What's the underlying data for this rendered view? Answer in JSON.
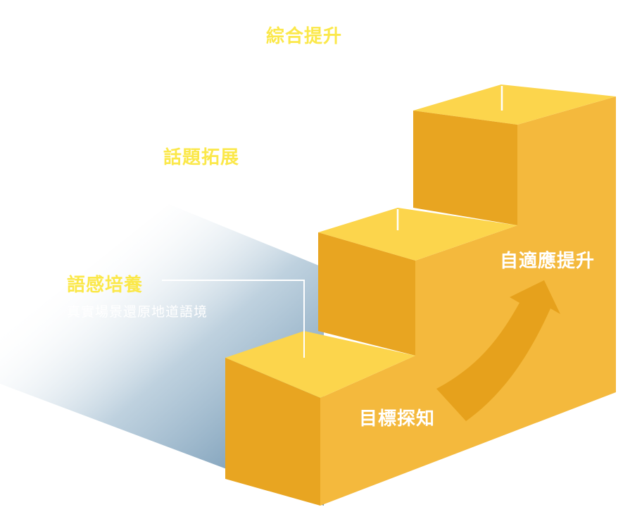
{
  "levels": {
    "level3": {
      "title": "綜合提升"
    },
    "level2": {
      "title": "話題拓展"
    },
    "level1": {
      "title": "語感培養",
      "subtitle": "真實場景還原地道語境"
    }
  },
  "stairs": {
    "front_label": "目標探知",
    "side_label": "自適應提升"
  },
  "colors": {
    "label_yellow": "#fbe84a",
    "step_top": "#fcd54c",
    "step_front": "#e8a521",
    "step_side": "#f4b93d",
    "arrow": "#e6a11c",
    "shadow": "#5f88a8"
  }
}
